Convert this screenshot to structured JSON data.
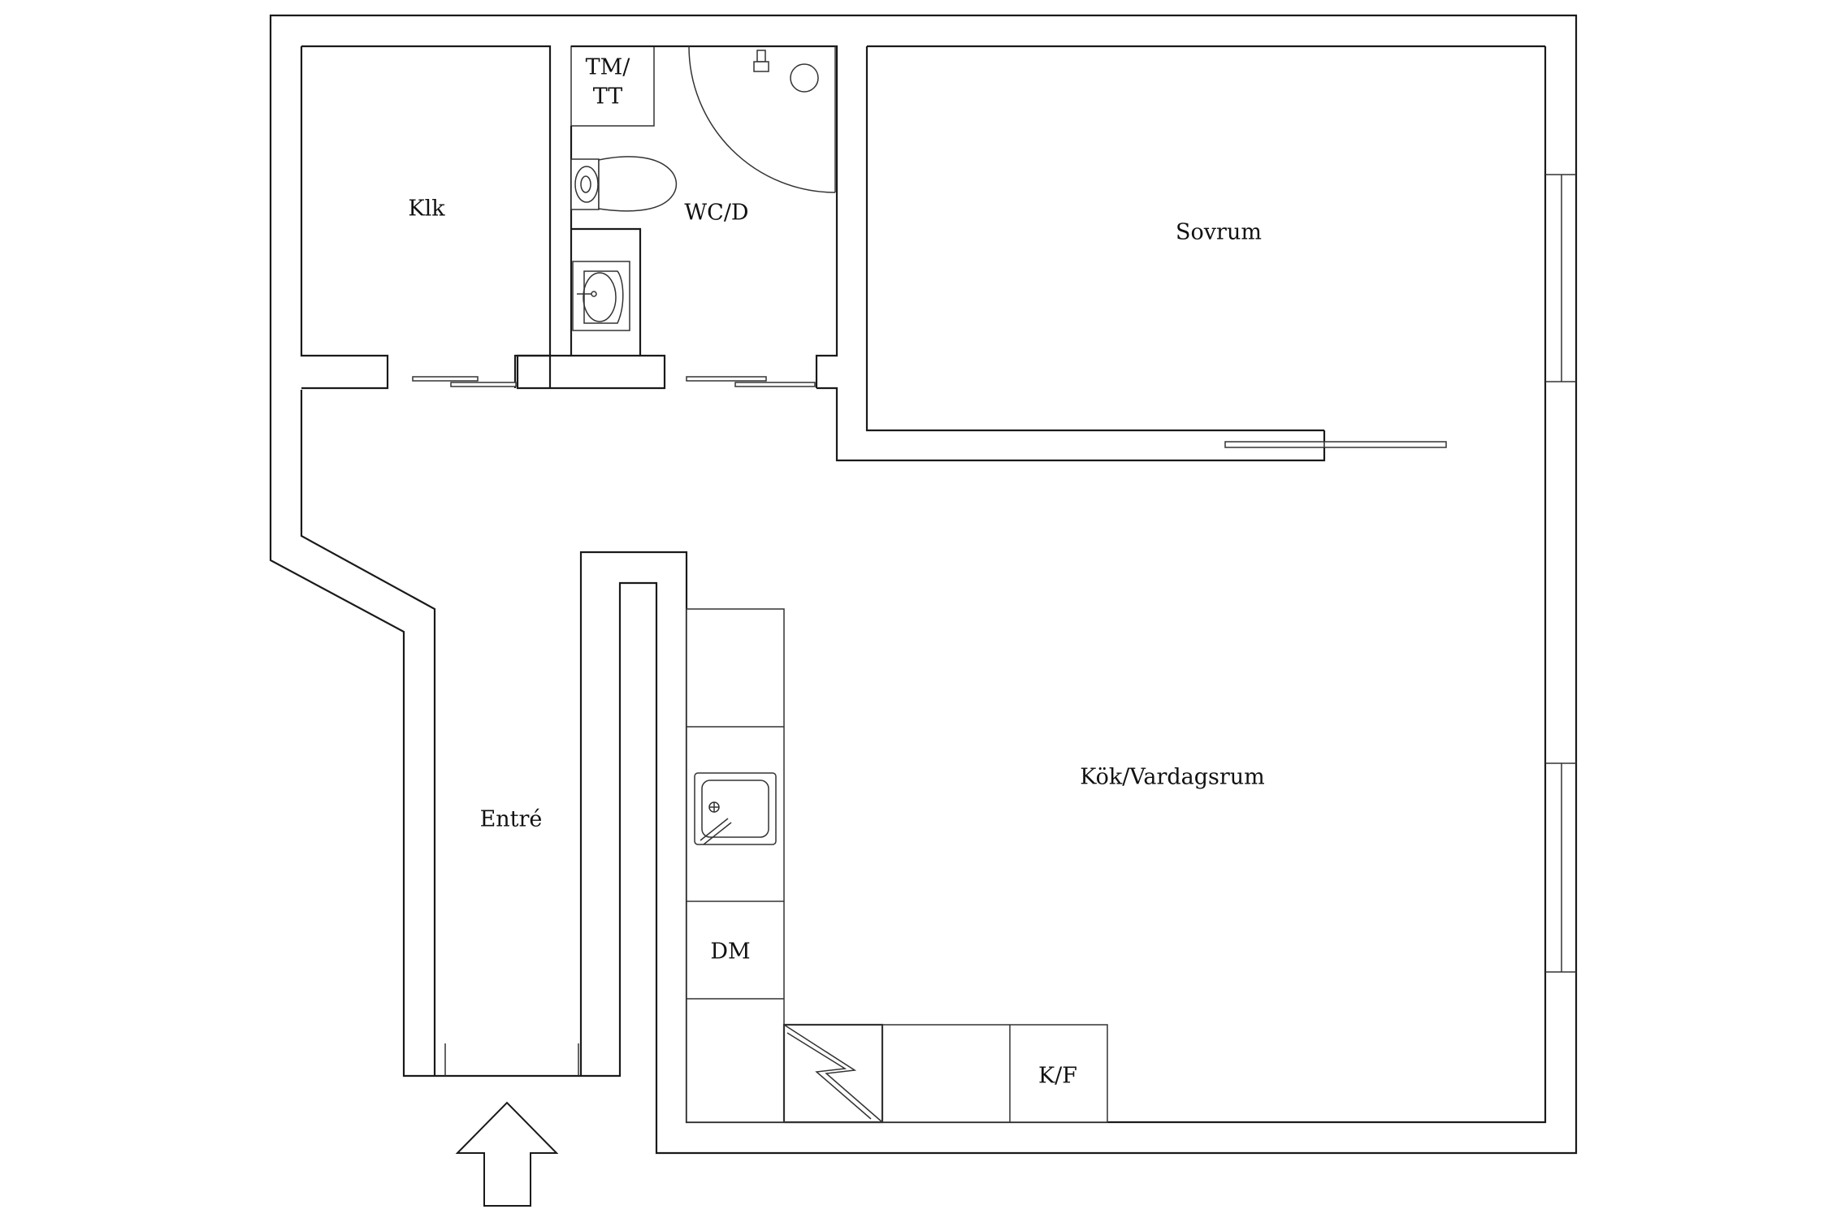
{
  "rooms": {
    "klk": "Klk",
    "tm_tt_line1": "TM/",
    "tm_tt_line2": "TT",
    "wc_d": "WC/D",
    "sovrum": "Sovrum",
    "entre": "Entré",
    "kok_vardagsrum": "Kök/Vardagsrum",
    "dm": "DM",
    "kf": "K/F"
  },
  "icons": {
    "entrance": "entrance-arrow-icon",
    "toilet": "toilet-icon",
    "washbasin": "washbasin-icon",
    "shower": "shower-icon",
    "sink": "kitchen-sink-icon",
    "stove": "stove-icon"
  },
  "colors": {
    "line": "#1a1a1a",
    "background": "#ffffff"
  }
}
